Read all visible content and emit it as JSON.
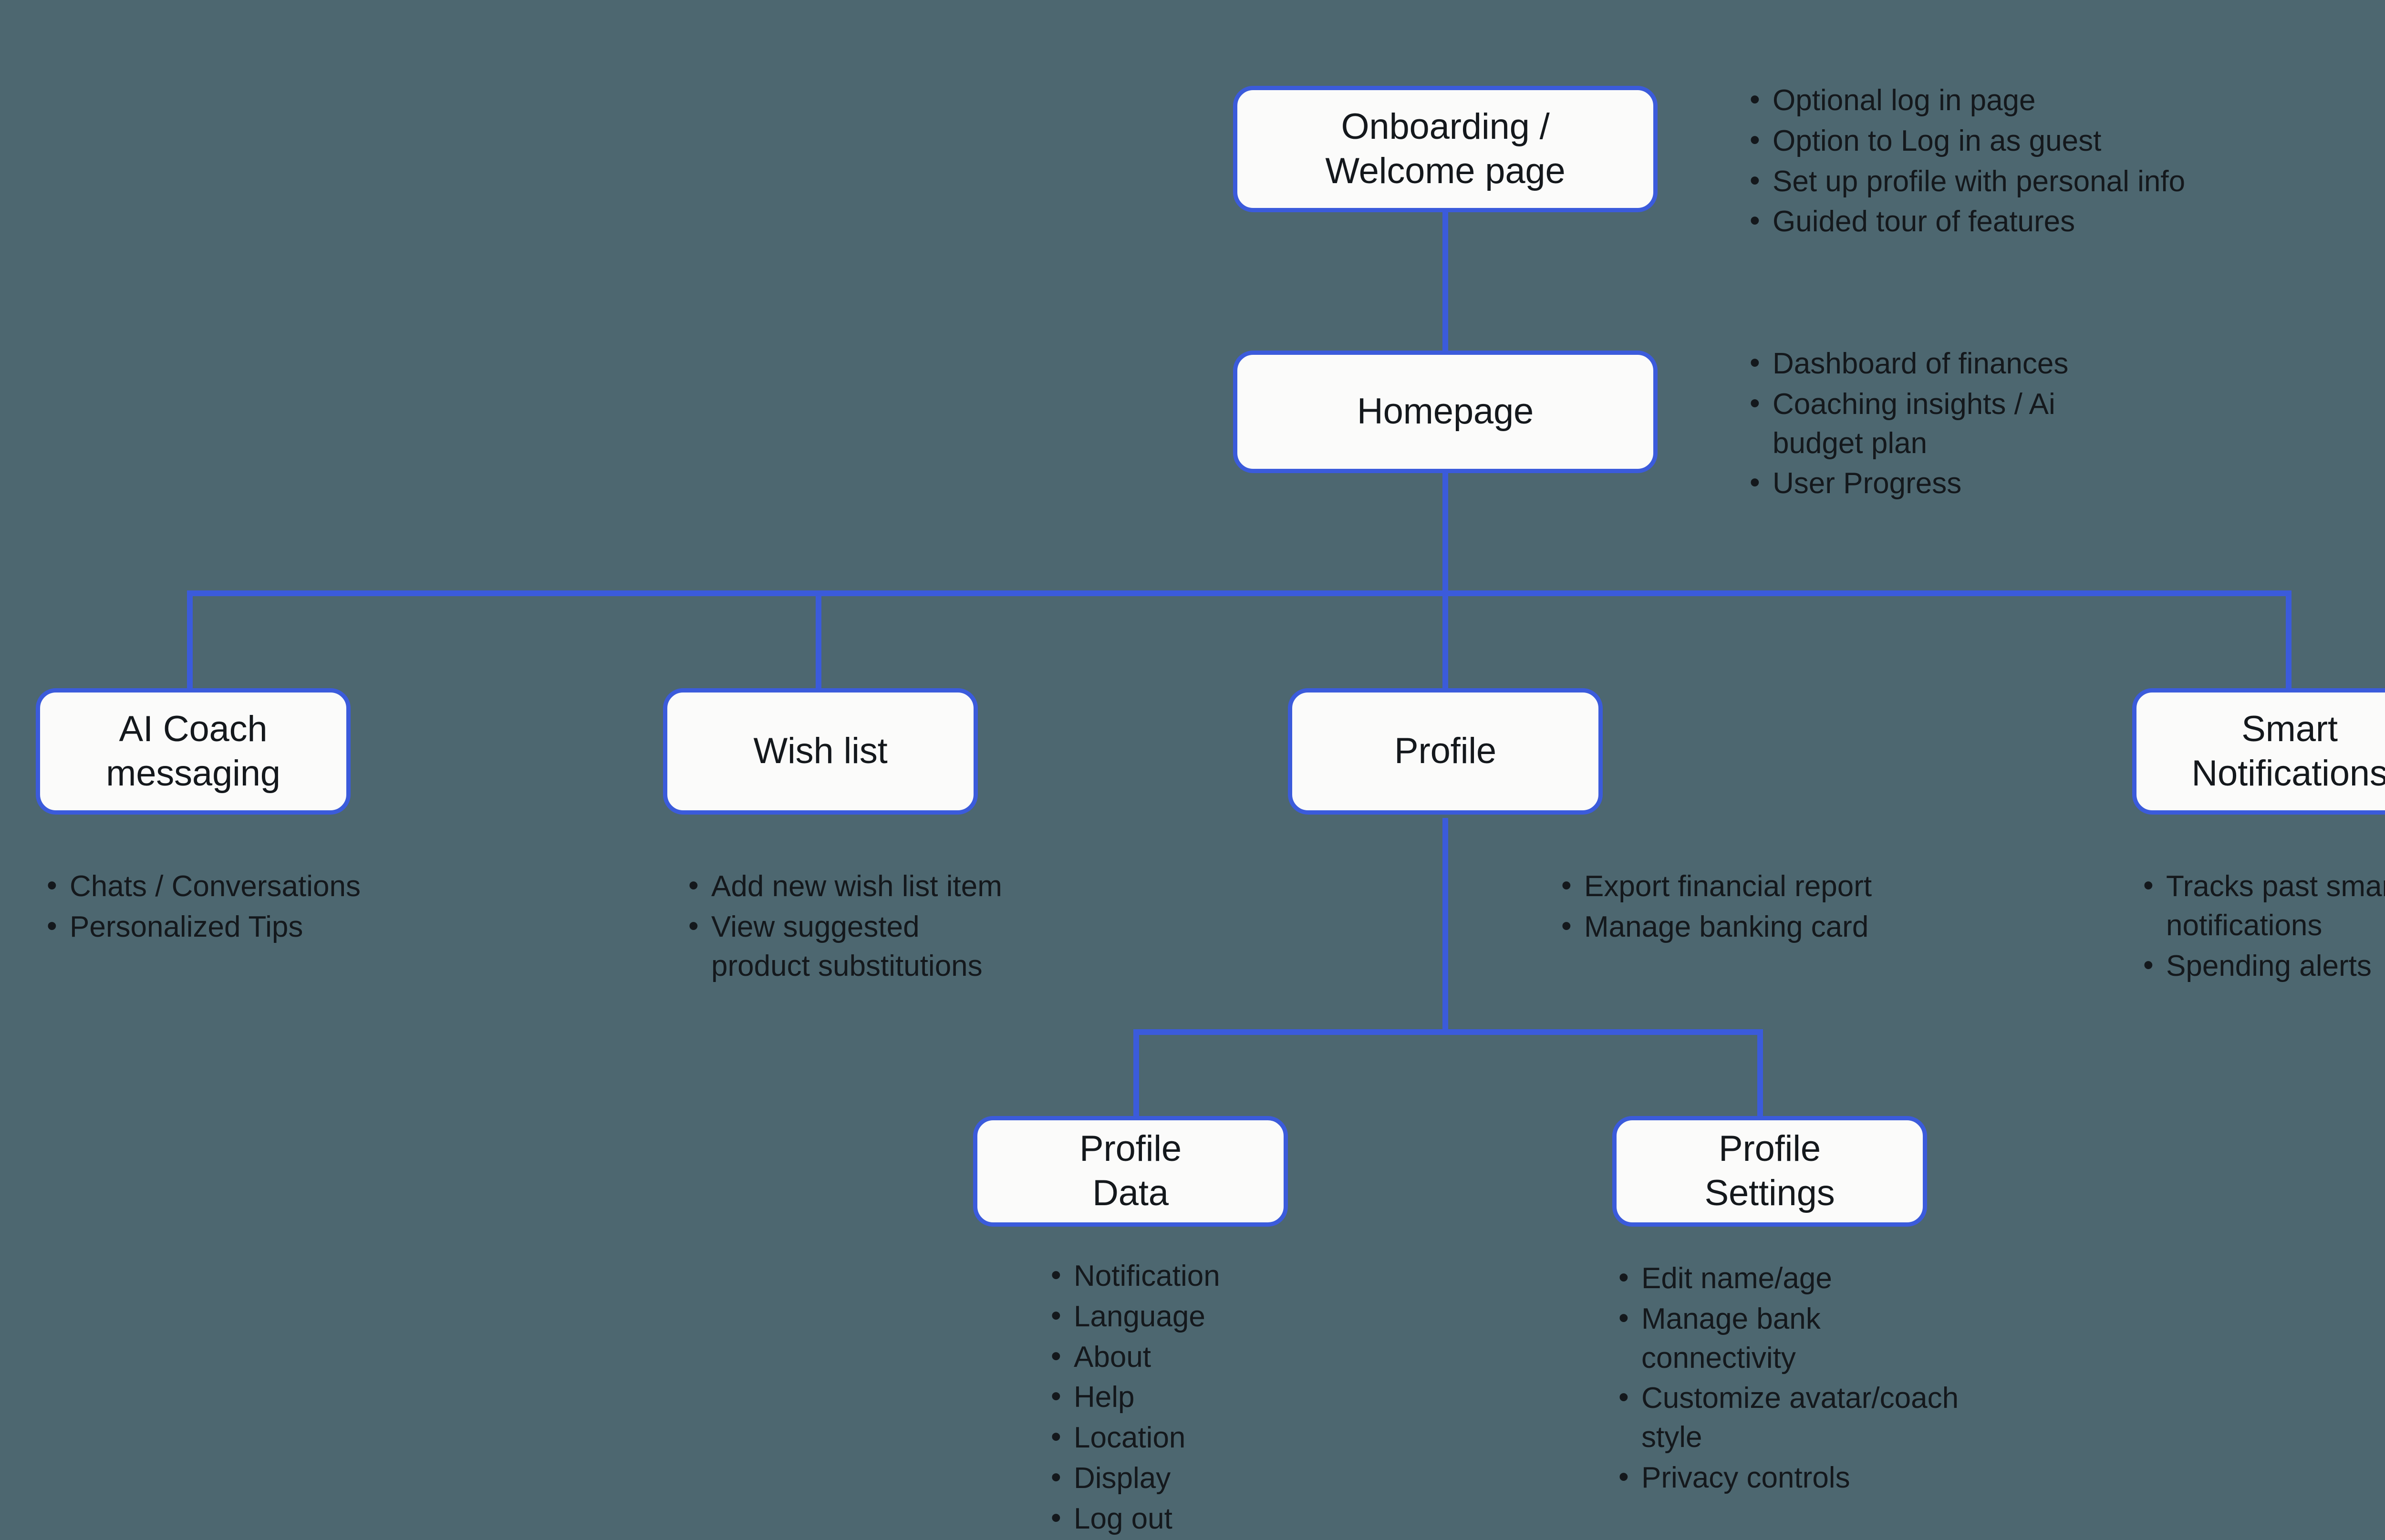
{
  "diagram": {
    "type": "sitemap-flowchart",
    "background_color": "#4d6770",
    "node_fill_color": "#fbfbfa",
    "node_border_color": "#3b5bdb",
    "connector_color": "#3b5bdb",
    "text_color": "#14181c"
  },
  "nodes": {
    "onboarding": {
      "label": "Onboarding /\nWelcome page"
    },
    "homepage": {
      "label": "Homepage"
    },
    "ai_coach": {
      "label": "AI Coach\nmessaging"
    },
    "wish_list": {
      "label": "Wish list"
    },
    "profile": {
      "label": "Profile"
    },
    "smart_notifications": {
      "label": "Smart\nNotifications"
    },
    "profile_data": {
      "label": "Profile\nData"
    },
    "profile_settings": {
      "label": "Profile\nSettings"
    }
  },
  "bullets": {
    "onboarding": [
      "Optional log in page",
      "Option to Log in as guest",
      "Set up profile with personal info",
      "Guided tour of features"
    ],
    "homepage": [
      "Dashboard of finances",
      "Coaching insights / Ai budget plan",
      "User Progress"
    ],
    "ai_coach": [
      "Chats / Conversations",
      "Personalized Tips"
    ],
    "wish_list": [
      "Add new wish list item",
      "View suggested product substitutions"
    ],
    "profile": [
      "Export financial report",
      "Manage banking card"
    ],
    "smart_notifications": [
      "Tracks past smart notifications",
      "Spending alerts"
    ],
    "profile_data": [
      "Notification",
      "Language",
      "About",
      "Help",
      "Location",
      "Display",
      "Log out"
    ],
    "profile_settings": [
      "Edit name/age",
      "Manage bank connectivity",
      "Customize avatar/coach style",
      "Privacy controls"
    ]
  }
}
